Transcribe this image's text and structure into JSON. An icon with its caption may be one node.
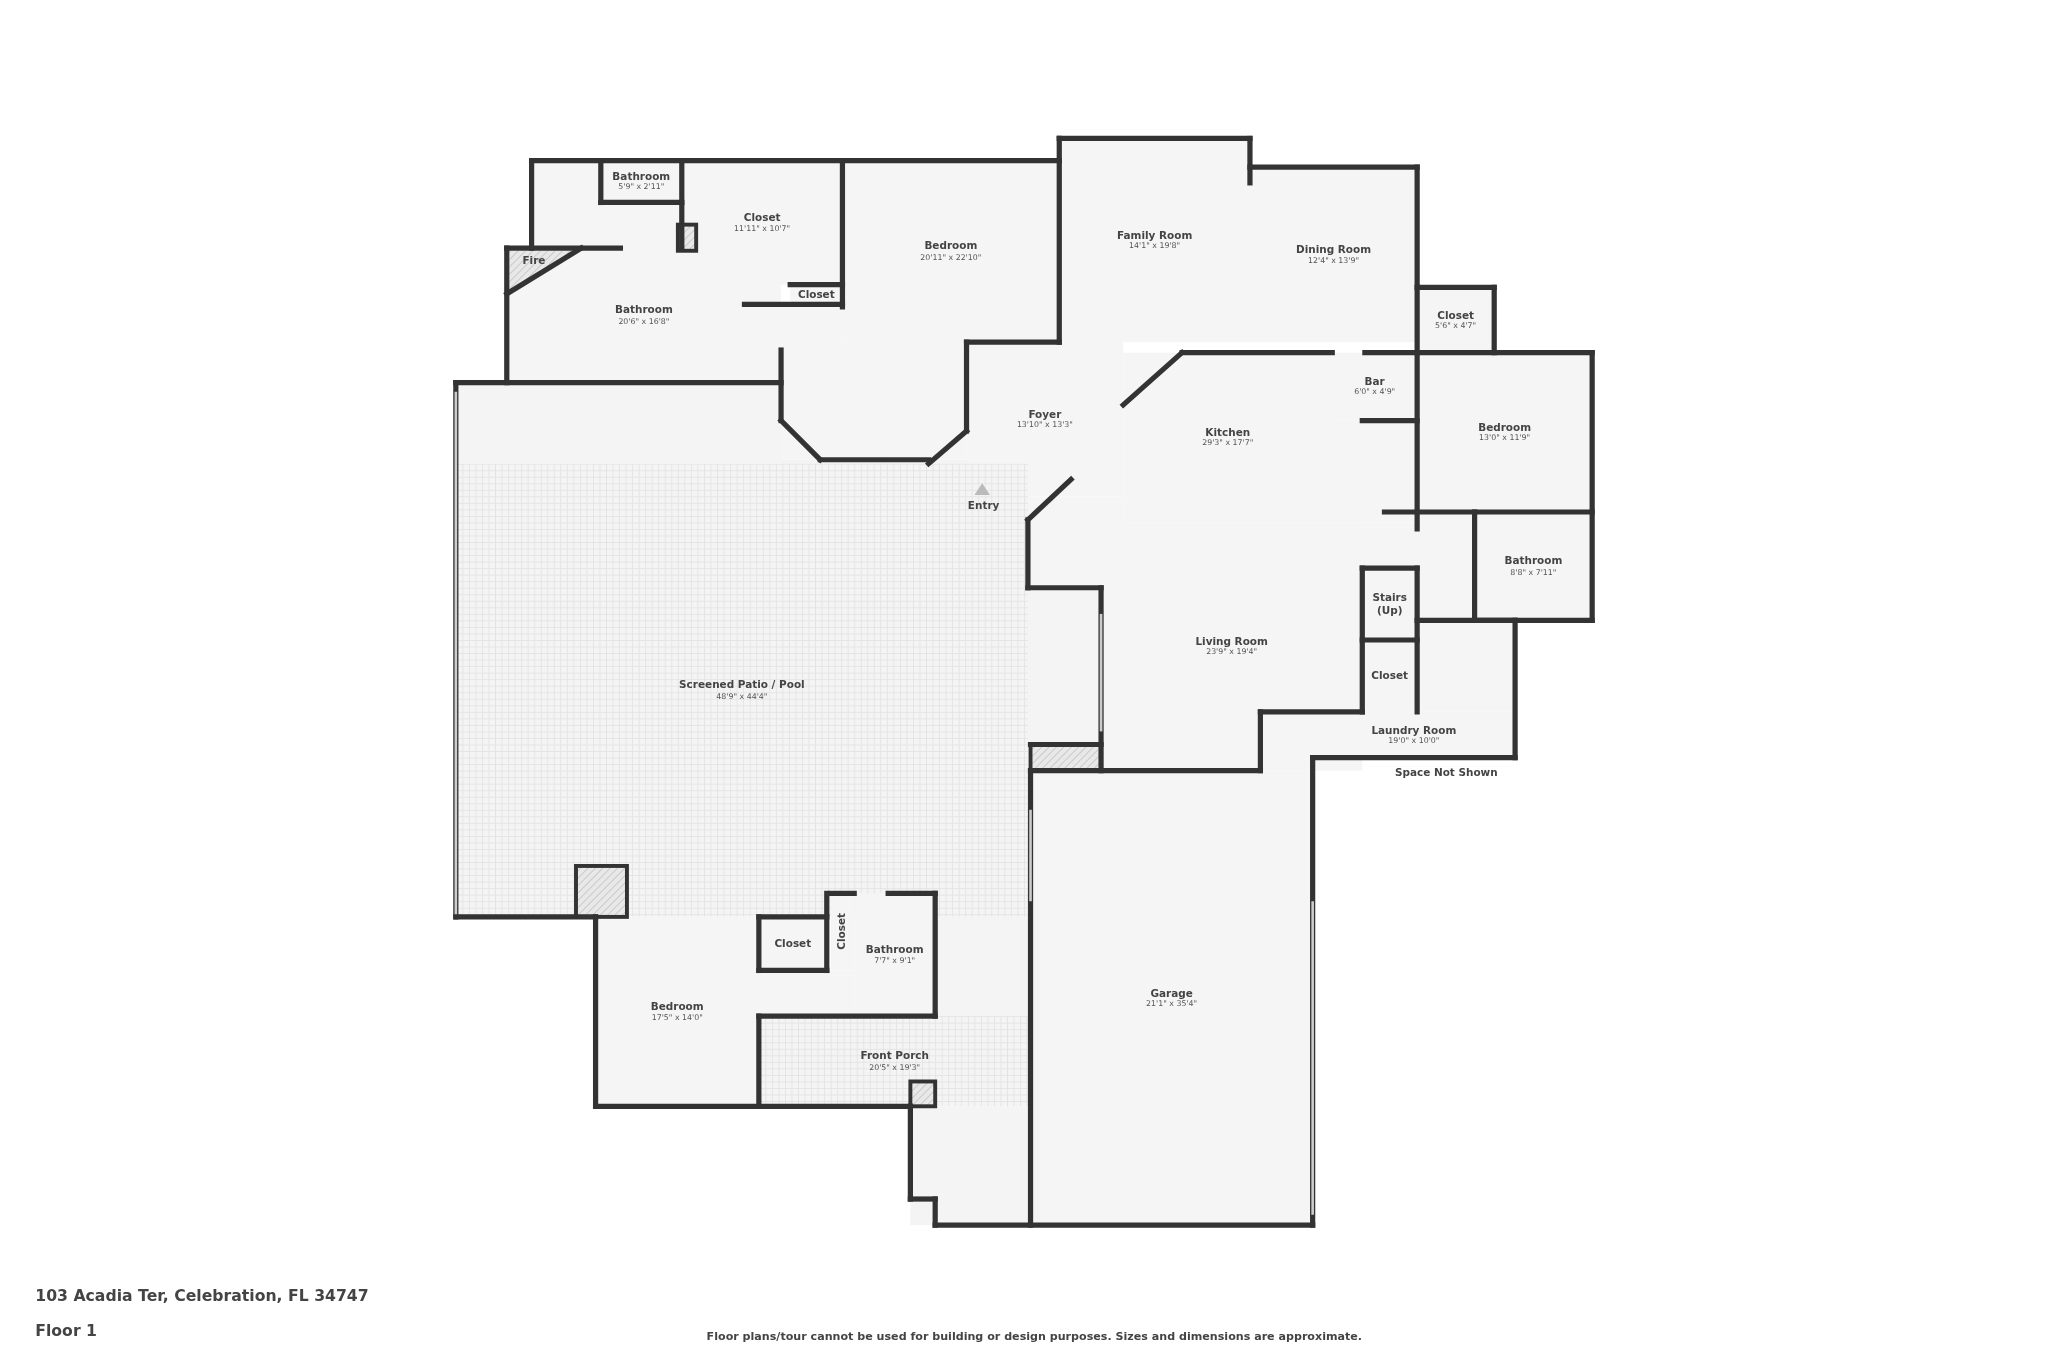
{
  "diagram": {
    "title": "103 Acadia Ter, Celebration, FL 34747",
    "nodes": [
      {
        "text": [
          "Bathroom",
          "5'9\" x 2'11\""
        ]
      },
      {
        "text": [
          "Closet",
          "11'11\" x 10'7\""
        ]
      },
      {
        "text": [
          "Family Room",
          "14'1\" x 19'8\""
        ]
      },
      {
        "text": [
          "Dining Room",
          "12'4\" x 13'9\""
        ]
      },
      {
        "text": [
          "Bathroom",
          "20'6\" x 16'8\""
        ]
      },
      {
        "text": [
          "Closet"
        ]
      },
      {
        "text": [
          "Bedroom",
          "20'11\" x 22'10\""
        ]
      },
      {
        "text": [
          "Closet",
          "5'6\" x 4'7\""
        ]
      },
      {
        "text": [
          "Bar",
          "6'0\" x 4'9\""
        ]
      },
      {
        "text": [
          "Foyer",
          "13'10\" x 13'3\""
        ]
      },
      {
        "text": [
          "Bedroom",
          "13'0\" x 11'9\""
        ]
      },
      {
        "text": [
          "Kitchen",
          "29'3\" x 17'7\""
        ]
      },
      {
        "text": [
          "Bathroom",
          "8'8\" x 7'11\""
        ]
      },
      {
        "text": [
          "Stairs (Up)"
        ]
      },
      {
        "text": [
          "Living Room",
          "23'9\" x 19'4\""
        ]
      },
      {
        "text": [
          "Screened Patio / Pool",
          "48'9\" x 44'4\""
        ]
      },
      {
        "text": [
          "Closet"
        ]
      },
      {
        "text": [
          "Laundry Room",
          "19'0\" x 10'0\""
        ]
      },
      {
        "text": [
          "Closet"
        ]
      },
      {
        "text": [
          "Closet"
        ]
      },
      {
        "text": [
          "Bathroom",
          "7'7\" x 9'1\""
        ]
      },
      {
        "text": [
          "Garage",
          "21'1\" x 35'4\""
        ]
      },
      {
        "text": [
          "Bedroom",
          "17'5\" x 14'0\""
        ]
      },
      {
        "text": [
          "Front Porch",
          "20'5\" x 19'3\""
        ]
      }
    ],
    "labels": [
      "Fire",
      "Entry",
      "Space Not Shown",
      "Floor 1",
      "Floor plans/tour cannot be used for building or design purposes. Sizes and dimensions are approximate."
    ]
  }
}
